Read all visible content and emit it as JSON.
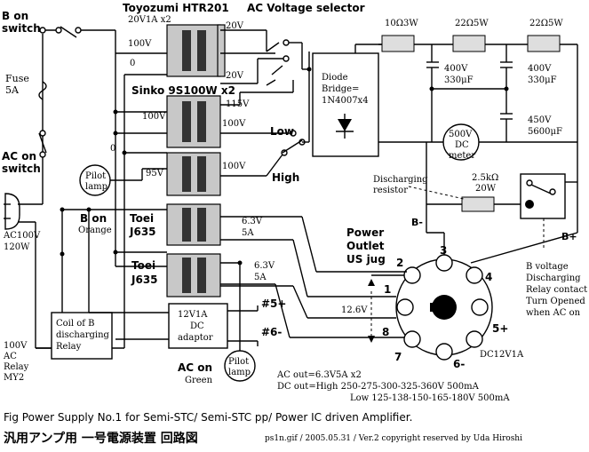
{
  "title": {
    "fig_line": "Fig  Power Supply No.1 for Semi-STC/ Semi-STC pp/ Power IC driven Amplifier.",
    "jp_line": "汎用アンプ用 一号電源装置 回路図",
    "credit": "ps1n.gif / 2005.05.31 / Ver.2  copyright reserved by Uda Hiroshi"
  },
  "left": {
    "b_on_switch": [
      "B on",
      "switch"
    ],
    "fuse": [
      "Fuse",
      "5A"
    ],
    "ac_on_switch": [
      "AC on",
      "switch"
    ],
    "ac_input": [
      "AC100V",
      "120W"
    ],
    "b_on_orange": [
      "B on",
      "Orange"
    ],
    "coil": [
      "Coil of  B",
      "discharging",
      "Relay"
    ],
    "relay": [
      "100V",
      "AC",
      "Relay",
      "MY2"
    ],
    "pilot_lamp_1": [
      "Pilot",
      "lamp"
    ]
  },
  "transformers": {
    "toyozumi": {
      "name": "Toyozumi HTR201",
      "spec": "20V1A x2",
      "tap_100": "100V",
      "tap_0": "0",
      "tap_20a": "20V",
      "tap_20b": "20V"
    },
    "sinko": {
      "name": "Sinko 9S100W x2",
      "tap_115": "115V",
      "tap_100a": "100V",
      "tap_100b": "100V",
      "tap_100c": "100V",
      "tap_0": "0",
      "tap_95": "95V"
    },
    "selector": {
      "title": "AC Voltage selector",
      "low": "Low",
      "high": "High"
    },
    "toei1": {
      "name": [
        "Toei",
        "J635"
      ],
      "out": [
        "6.3V",
        "5A"
      ]
    },
    "toei2": {
      "name": [
        "Toei",
        "J635"
      ],
      "out": [
        "6.3V",
        "5A"
      ]
    }
  },
  "supply": {
    "bridge": [
      "Diode",
      "Bridge=",
      "1N4007x4"
    ],
    "r1": "10Ω3W",
    "r2": "22Ω5W",
    "r3": "22Ω5W",
    "c1": [
      "400V",
      "330μF"
    ],
    "c2": [
      "400V",
      "330μF"
    ],
    "c3": [
      "450V",
      "5600μF"
    ],
    "meter": [
      "500V",
      "DC",
      "meter"
    ],
    "discharge_label": [
      "Discharging",
      "resistor"
    ],
    "discharge_r": [
      "2.5kΩ",
      "20W"
    ],
    "b_minus": "B-",
    "b_plus": "B+",
    "relay_note": [
      "B voltage",
      "Discharging",
      "Relay contact",
      "Turn Opened",
      "when AC on"
    ]
  },
  "outlet": {
    "title": [
      "Power",
      "Outlet",
      "US jug"
    ],
    "pins": {
      "p1": "1",
      "p2": "2",
      "p3": "3",
      "p4": "4",
      "p5": "5+",
      "p6": "6-",
      "p7": "7",
      "p8": "8",
      "p5h": "#5+",
      "p6h": "#6-"
    },
    "v126": "12.6V",
    "dc12": "DC12V1A",
    "adaptor": [
      "12V1A",
      "DC",
      "adaptor"
    ],
    "ac_on_green": [
      "AC on",
      "Green"
    ],
    "pilot_lamp_2": [
      "Pilot",
      "lamp"
    ]
  },
  "specs": [
    "AC out=6.3V5A x2",
    "DC out=High 250-275-300-325-360V 500mA",
    "Low  125-138-150-165-180V 500mA"
  ]
}
